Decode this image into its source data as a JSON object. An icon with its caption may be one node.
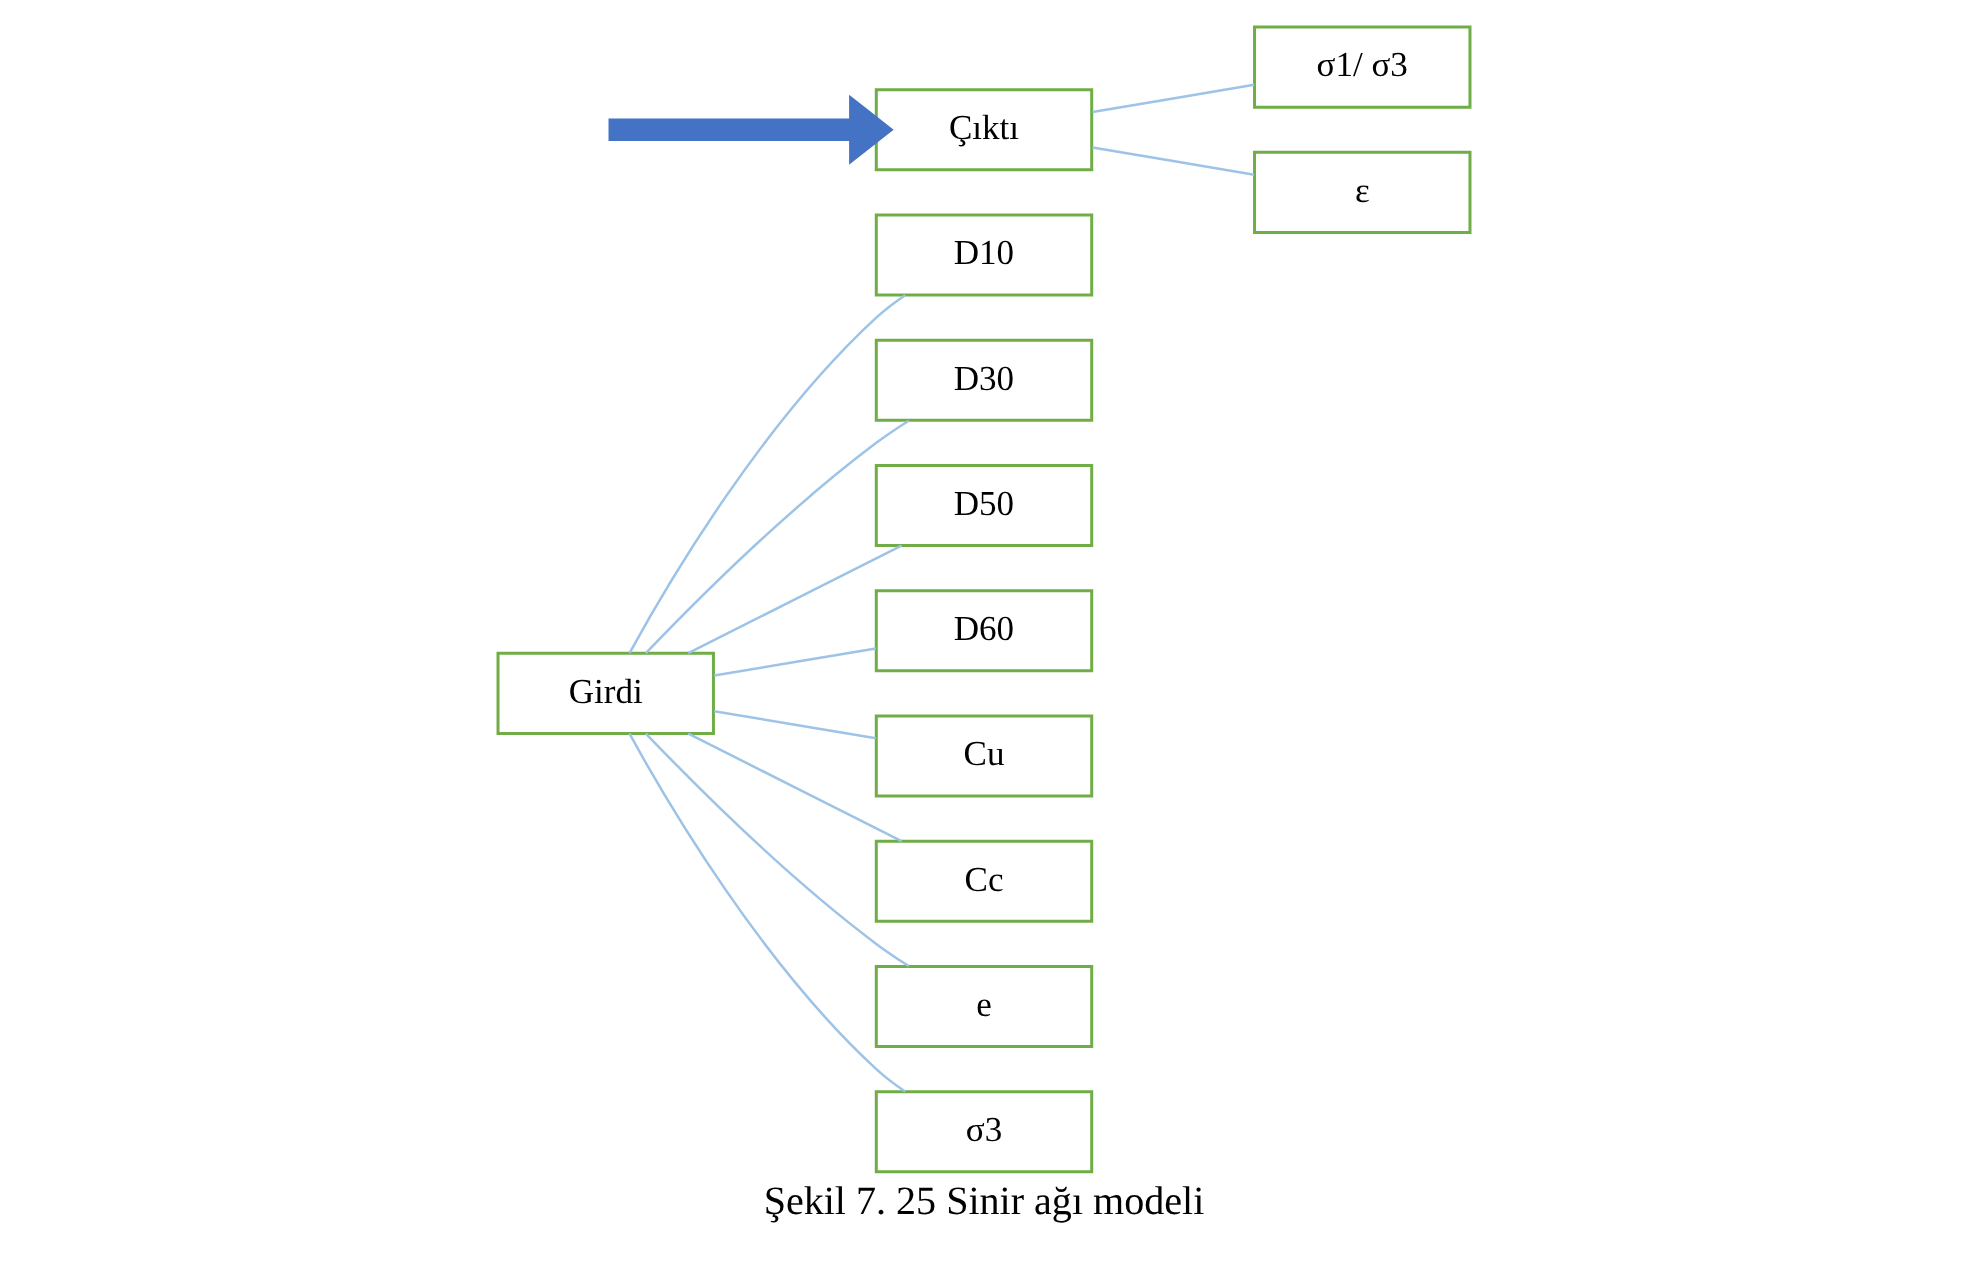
{
  "diagram": {
    "caption": "Şekil 7. 25 Sinir ağı modeli",
    "nodes": [
      {
        "text": [
          "Girdi"
        ]
      },
      {
        "text": [
          "D10"
        ]
      },
      {
        "text": [
          "D30"
        ]
      },
      {
        "text": [
          "D50"
        ]
      },
      {
        "text": [
          "D60"
        ]
      },
      {
        "text": [
          "Cu"
        ]
      },
      {
        "text": [
          "Cc"
        ]
      },
      {
        "text": [
          "e"
        ]
      },
      {
        "text": [
          "σ3"
        ]
      },
      {
        "text": [
          "Çıktı"
        ]
      },
      {
        "text": [
          "σ1/ σ3"
        ]
      },
      {
        "text": [
          "ε"
        ]
      }
    ],
    "edges": [
      {
        "from": 0,
        "to": 1,
        "arrow": "none"
      },
      {
        "from": 0,
        "to": 2,
        "arrow": "none"
      },
      {
        "from": 0,
        "to": 3,
        "arrow": "none"
      },
      {
        "from": 0,
        "to": 4,
        "arrow": "none"
      },
      {
        "from": 0,
        "to": 5,
        "arrow": "none"
      },
      {
        "from": 0,
        "to": 6,
        "arrow": "none"
      },
      {
        "from": 0,
        "to": 7,
        "arrow": "none"
      },
      {
        "from": 0,
        "to": 8,
        "arrow": "none"
      },
      {
        "from": null,
        "to": 9,
        "arrow": "to",
        "style": "thick",
        "color": "#4472c4"
      },
      {
        "from": 9,
        "to": 10,
        "arrow": "none"
      },
      {
        "from": 9,
        "to": 11,
        "arrow": "none"
      }
    ]
  }
}
